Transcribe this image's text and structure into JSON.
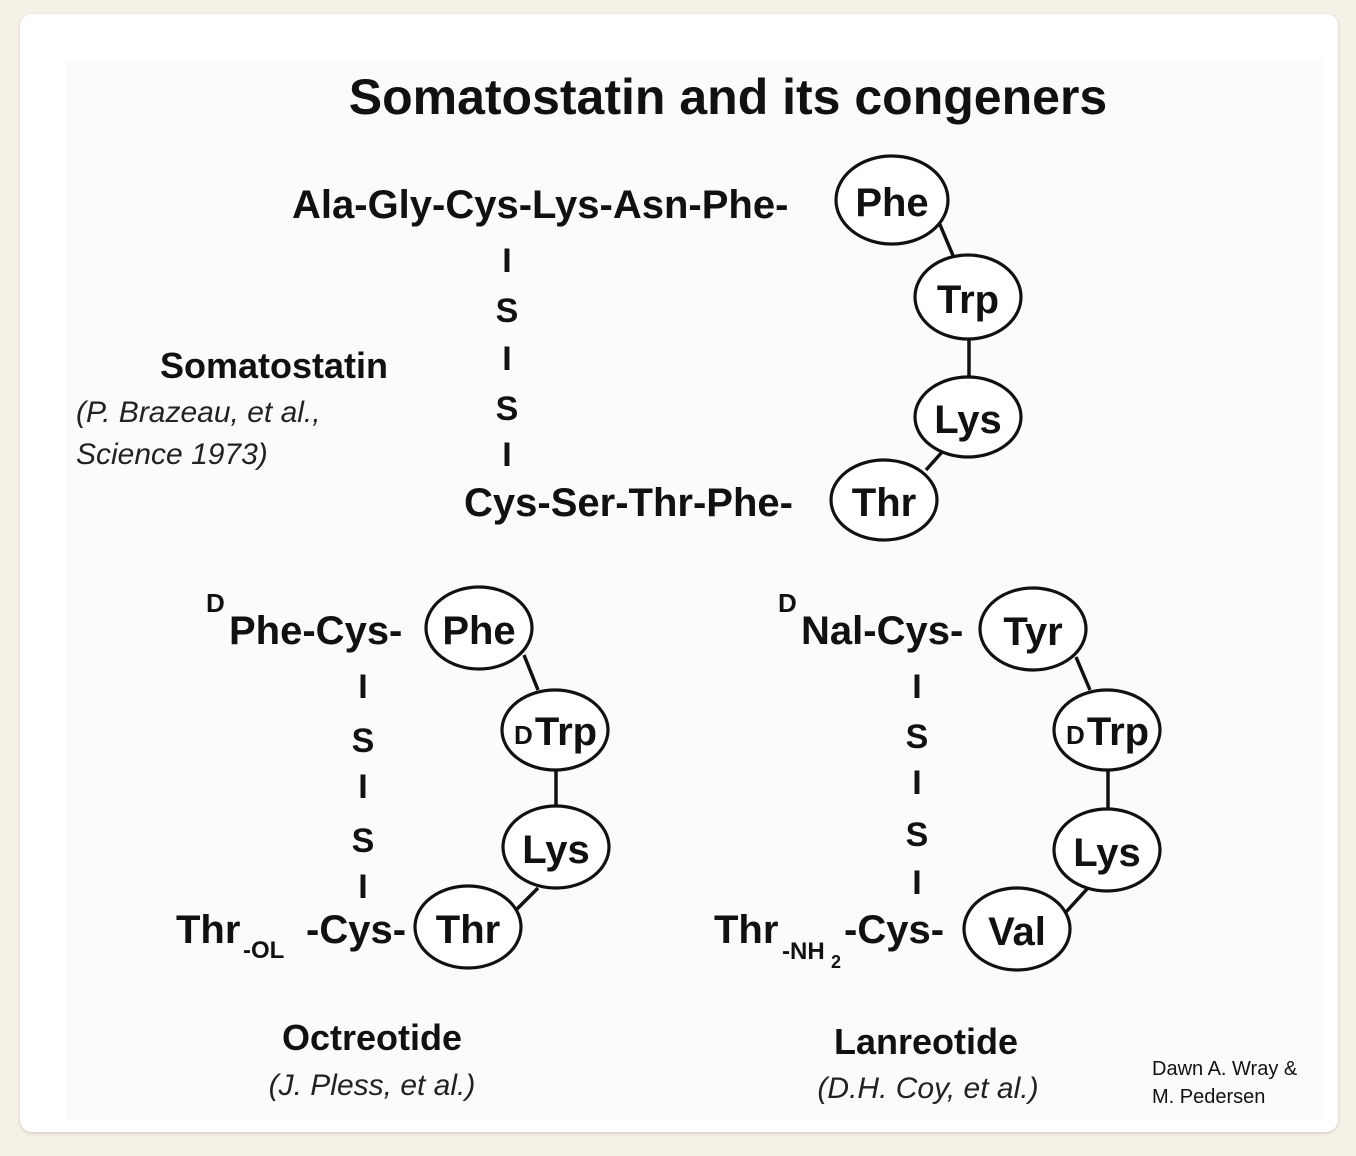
{
  "title": "Somatostatin and its congeners",
  "somatostatin": {
    "name": "Somatostatin",
    "citation_line1": "(P. Brazeau, et al.,",
    "citation_line2": "Science 1973)",
    "top_chain": "Ala-Gly-Cys-Lys-Asn-Phe-",
    "bottom_chain": "Cys-Ser-Thr-Phe-",
    "ring": [
      "Phe",
      "Trp",
      "Lys",
      "Thr"
    ],
    "bridge": [
      "I",
      "S",
      "I",
      "S",
      "I"
    ]
  },
  "octreotide": {
    "name": "Octreotide",
    "citation": "(J. Pless, et al.)",
    "top_prefix_sup": "D",
    "top_chain": "Phe-Cys-",
    "bottom_main": "Thr",
    "bottom_sub": "-OL",
    "bottom_rest": "-Cys-",
    "ring": [
      "Phe",
      "Trp",
      "Lys",
      "Thr"
    ],
    "ring_prefix": {
      "Trp": "D"
    },
    "bridge": [
      "I",
      "S",
      "I",
      "S",
      "I"
    ]
  },
  "lanreotide": {
    "name": "Lanreotide",
    "citation": "(D.H. Coy, et al.)",
    "top_prefix_sup": "D",
    "top_chain": "Nal-Cys-",
    "bottom_main": "Thr",
    "bottom_sub": "-NH",
    "bottom_sub2": "2",
    "bottom_rest": "-Cys-",
    "ring": [
      "Tyr",
      "Trp",
      "Lys",
      "Val"
    ],
    "ring_prefix": {
      "Trp": "D"
    },
    "bridge": [
      "I",
      "S",
      "I",
      "S",
      "I"
    ]
  },
  "credit_line1": "Dawn A. Wray &",
  "credit_line2": "M. Pedersen"
}
